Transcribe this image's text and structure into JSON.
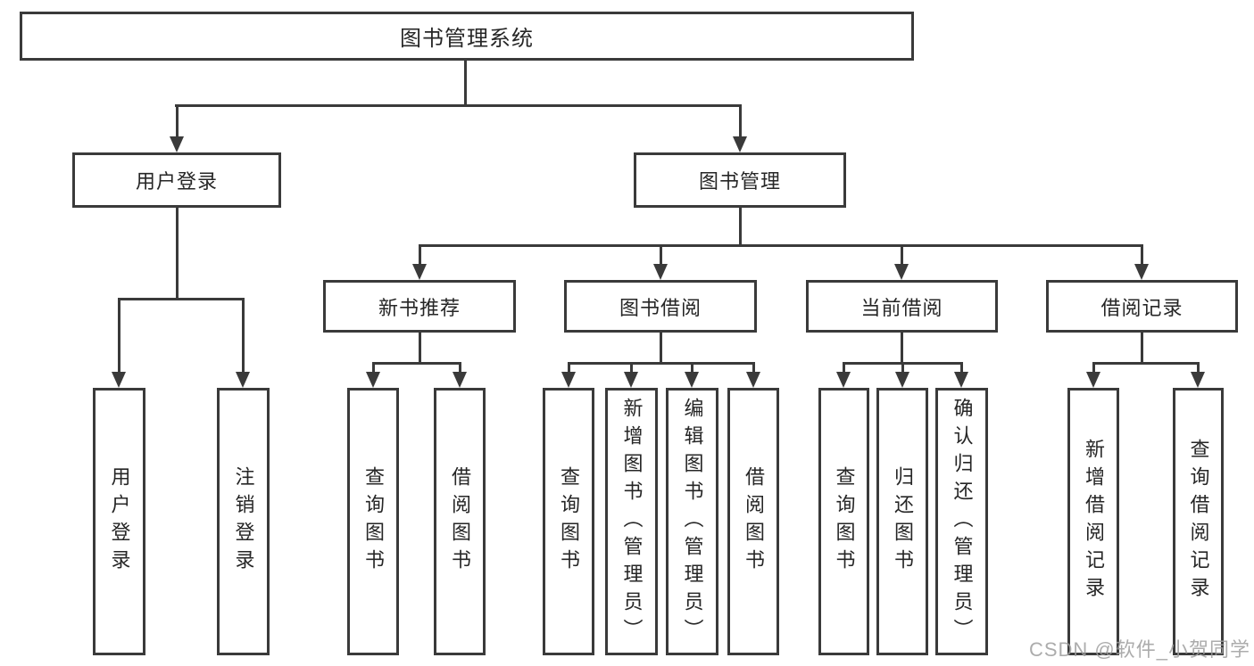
{
  "nodes": {
    "root": "图书管理系统",
    "level2": [
      "用户登录",
      "图书管理"
    ],
    "level3": [
      "新书推荐",
      "图书借阅",
      "当前借阅",
      "借阅记录"
    ],
    "leaves_user_login": [
      "用户登录",
      "注销登录"
    ],
    "leaves_new_book": [
      "查询图书",
      "借阅图书"
    ],
    "leaves_book_borrow": [
      "查询图书",
      "新增图书（管理员）",
      "编辑图书（管理员）",
      "借阅图书"
    ],
    "leaves_current_borrow": [
      "查询图书",
      "归还图书",
      "确认归还（管理员）"
    ],
    "leaves_borrow_records": [
      "新增借阅记录",
      "查询借阅记录"
    ]
  },
  "watermark": "CSDN @软件_小贺同学",
  "colors": {
    "line": "#3a3a3a",
    "text": "#262626",
    "watermark": "#9e9e9e",
    "background": "#ffffff"
  }
}
